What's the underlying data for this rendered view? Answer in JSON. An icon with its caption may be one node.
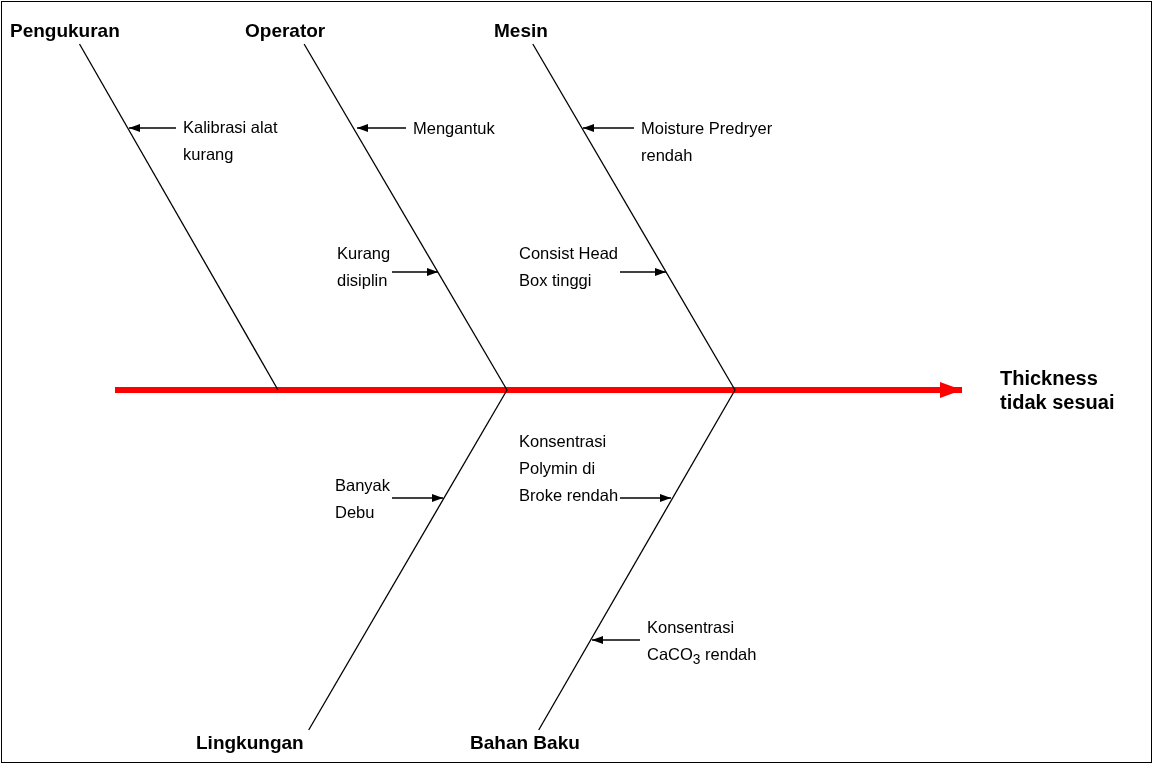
{
  "diagram": {
    "nodes": [
      {
        "text": [
          "Pengukuran"
        ]
      },
      {
        "text": [
          "Operator"
        ]
      },
      {
        "text": [
          "Mesin"
        ]
      },
      {
        "text": [
          "Kalibrasi alat kurang"
        ]
      },
      {
        "text": [
          "Mengantuk"
        ]
      },
      {
        "text": [
          "Moisture Predryer rendah"
        ]
      },
      {
        "text": [
          "Kurang disiplin"
        ]
      },
      {
        "text": [
          "Consist Head Box tinggi"
        ]
      },
      {
        "text": [
          "Thickness tidak sesuai"
        ]
      },
      {
        "text": [
          "Banyak Debu"
        ]
      },
      {
        "text": [
          "Konsentrasi Polymin di Broke rendah"
        ]
      },
      {
        "text": [
          "Konsentrasi CaCO$_{3}$ rendah"
        ]
      },
      {
        "text": [
          "Lingkungan"
        ]
      },
      {
        "text": [
          "Bahan Baku"
        ]
      }
    ],
    "edges": [
      {
        "from": null,
        "to": 8,
        "arrow": "to",
        "style": "thick",
        "color": "#ff0000"
      },
      {
        "from": 0,
        "to": null,
        "arrow": "none"
      },
      {
        "from": 1,
        "to": null,
        "arrow": "none"
      },
      {
        "from": 2,
        "to": null,
        "arrow": "none"
      },
      {
        "from": 12,
        "to": null,
        "arrow": "none"
      },
      {
        "from": 13,
        "to": null,
        "arrow": "none"
      },
      {
        "from": 3,
        "to": null,
        "arrow": "to"
      },
      {
        "from": 4,
        "to": null,
        "arrow": "to"
      },
      {
        "from": 5,
        "to": null,
        "arrow": "to"
      },
      {
        "from": 6,
        "to": null,
        "arrow": "to"
      },
      {
        "from": 7,
        "to": null,
        "arrow": "to"
      },
      {
        "from": 9,
        "to": null,
        "arrow": "to"
      },
      {
        "from": 10,
        "to": null,
        "arrow": "to"
      },
      {
        "from": 11,
        "to": null,
        "arrow": "to"
      }
    ]
  }
}
